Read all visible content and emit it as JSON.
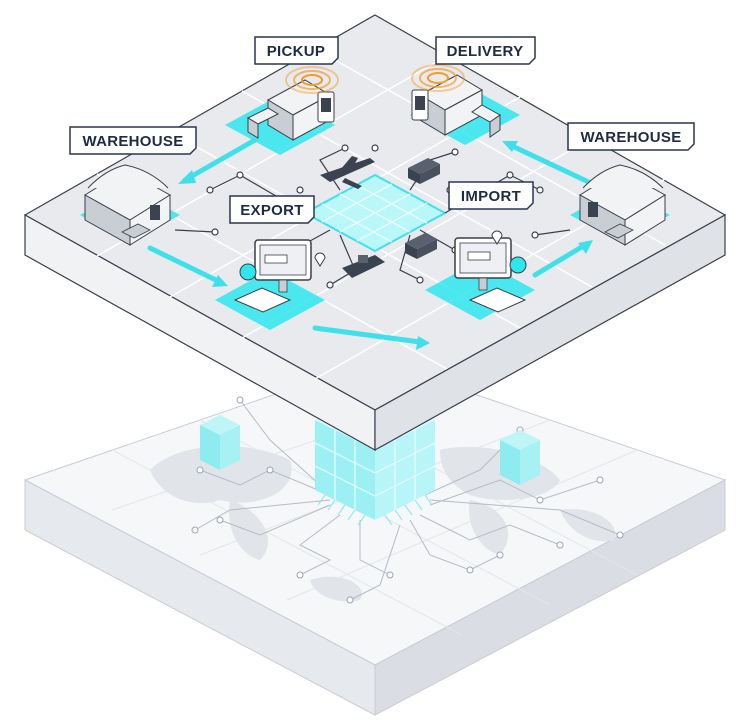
{
  "labels": {
    "pickup": "PICKUP",
    "delivery": "DELIVERY",
    "warehouse_left": "WAREHOUSE",
    "warehouse_right": "WAREHOUSE",
    "export": "EXPORT",
    "import": "IMPORT"
  },
  "colors": {
    "accent": "#2ee6ee",
    "platform_top": "#e6e8ec",
    "platform_side": "#d5d8de",
    "base_top": "#f4f6f8",
    "label_border": "#2b3550",
    "label_text": "#1f2a44"
  },
  "icons": [
    "truck-icon",
    "delivery-truck-icon",
    "warehouse-icon",
    "computer-icon",
    "airplane-icon",
    "ship-icon",
    "globe-icon",
    "location-pin-icon",
    "phone-barcode-icon"
  ]
}
